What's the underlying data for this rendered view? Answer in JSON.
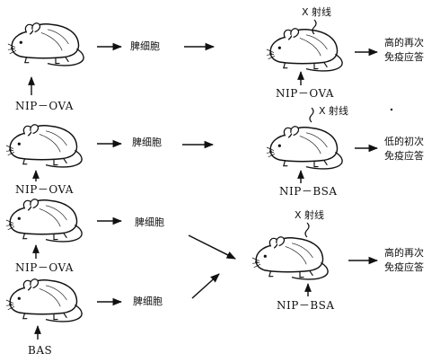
{
  "rows": [
    {
      "antigen": "NIP－OVA",
      "cells": "脾细胞",
      "irradiation": "X 射线",
      "challenge": "NIP－OVA",
      "result": [
        "高的再次",
        "免疫应答"
      ]
    },
    {
      "antigen": "NIP－OVA",
      "cells": "脾细胞",
      "irradiation": "X 射线",
      "challenge": "NIP－BSA",
      "result": [
        "低的初次",
        "免疫应答"
      ]
    },
    {
      "antigen": "NIP－OVA",
      "cells": "脾细胞",
      "irradiation": "X 射线",
      "challenge": "NIP－BSA",
      "result": [
        "高的再次",
        "免疫应答"
      ]
    },
    {
      "antigen": "BAS",
      "cells": "脾细胞"
    }
  ]
}
